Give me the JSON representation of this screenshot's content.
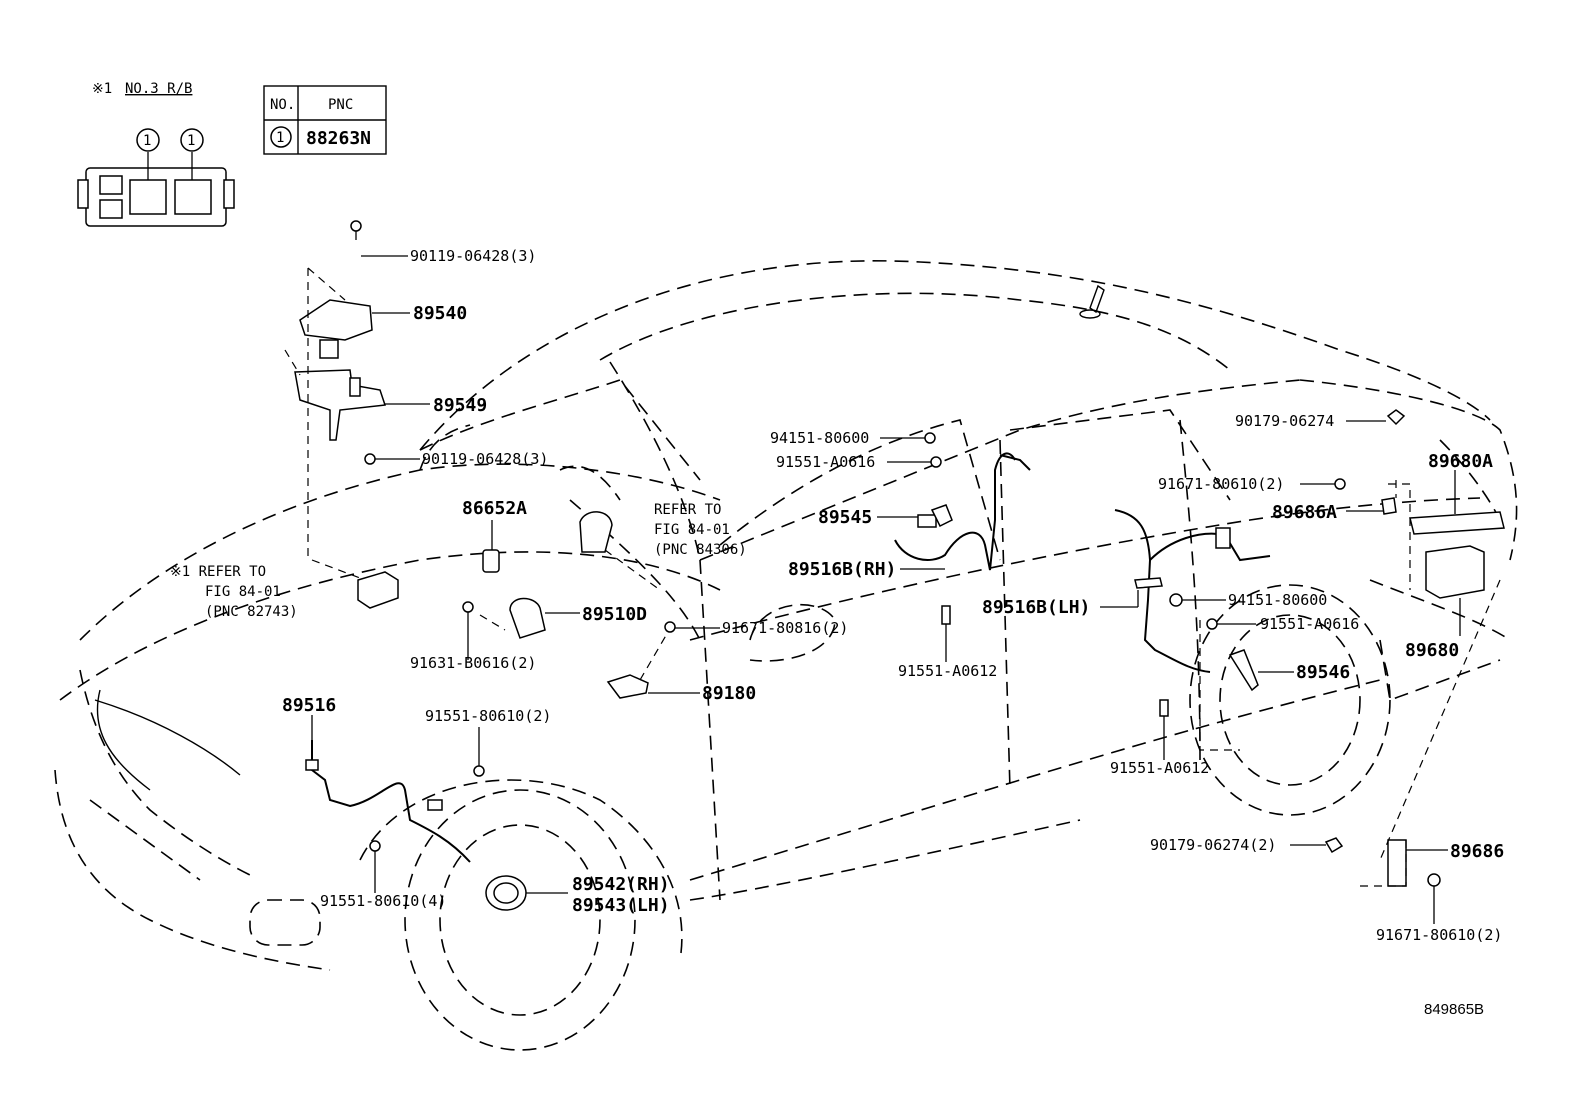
{
  "relay_block": {
    "note": "※1",
    "note_title": "NO.3 R/B",
    "callout_a": "1",
    "callout_b": "1"
  },
  "pnc_table": {
    "header_no": "NO.",
    "header_pnc": "PNC",
    "row_no": "1",
    "row_pnc": "88263N"
  },
  "refs": {
    "ref_left_l1": "※1 REFER TO",
    "ref_left_l2": "FIG 84-01",
    "ref_left_l3": "(PNC 82743)",
    "ref_mid_l1": "REFER TO",
    "ref_mid_l2": "FIG 84-01",
    "ref_mid_l3": "(PNC 84306)"
  },
  "parts": {
    "p90119_top": "90119-06428(3)",
    "p89540": "89540",
    "p89549": "89549",
    "p90119_bot": "90119-06428(3)",
    "p86652A": "86652A",
    "p89510D": "89510D",
    "p91631": "91631-B0616(2)",
    "p91671_mid": "91671-80816(2)",
    "p89180": "89180",
    "p89516": "89516",
    "p91551_80610_2": "91551-80610(2)",
    "p91551_80610_4": "91551-80610(4)",
    "p89542": "89542(RH)",
    "p89543": "89543(LH)",
    "p94151_top": "94151-80600",
    "p91551_A0616_top": "91551-A0616",
    "p89545": "89545",
    "p89516B_RH": "89516B(RH)",
    "p89516B_LH": "89516B(LH)",
    "p91551_A0612_a": "91551-A0612",
    "p90179_top": "90179-06274",
    "p89680A": "89680A",
    "p91671_top": "91671-80610(2)",
    "p89686A": "89686A",
    "p94151_right": "94151-80600",
    "p91551_A0616_right": "91551-A0616",
    "p89546": "89546",
    "p89680": "89680",
    "p91551_A0612_b": "91551-A0612",
    "p90179_bot": "90179-06274(2)",
    "p89686": "89686",
    "p91671_bot": "91671-80610(2)"
  },
  "figure_code": "849865B"
}
